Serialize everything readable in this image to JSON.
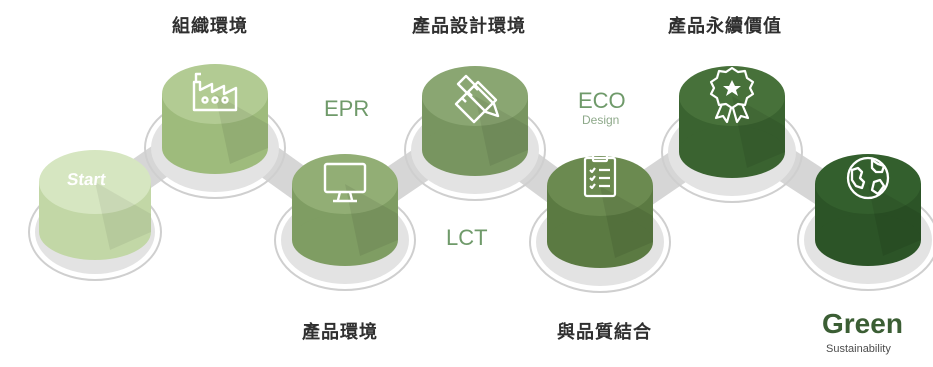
{
  "captions": {
    "org_env": "組織環境",
    "product_design_env": "產品設計環境",
    "product_perpetual_value": "產品永續價值",
    "product_env": "產品環境",
    "quality_integration": "與品質結合"
  },
  "mid_labels": {
    "epr": "EPR",
    "lct": "LCT",
    "eco": "ECO",
    "eco_sub": "Design"
  },
  "nodes": [
    {
      "id": "start",
      "text": "Start",
      "icon": "start-text",
      "color": "#cfe0b7"
    },
    {
      "id": "organization",
      "icon": "factory-icon",
      "color": "#a9c489"
    },
    {
      "id": "product-env",
      "icon": "monitor-icon",
      "color": "#86a66b"
    },
    {
      "id": "design",
      "icon": "pencil-ruler-icon",
      "color": "#7d9a63"
    },
    {
      "id": "quality",
      "icon": "clipboard-checklist-icon",
      "color": "#5f7f45"
    },
    {
      "id": "value",
      "icon": "award-ribbon-icon",
      "color": "#3f6a34"
    },
    {
      "id": "green",
      "icon": "globe-icon",
      "color": "#2f5a2a"
    }
  ],
  "brand": {
    "title": "Green",
    "subtitle": "Sustainability"
  }
}
